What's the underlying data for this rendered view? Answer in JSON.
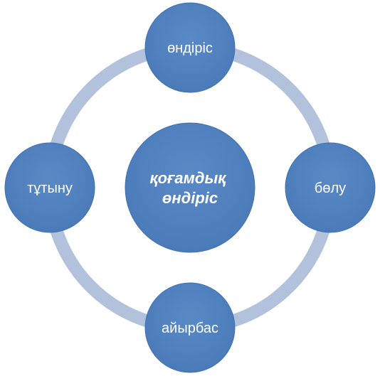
{
  "diagram": {
    "center": {
      "line1": "қоғамдық",
      "line2": "өндіріс"
    },
    "nodes": {
      "top": "өндіріс",
      "right": "бөлу",
      "bottom": "айырбас",
      "left": "тұтыну"
    }
  },
  "colors": {
    "node_fill": "#4F81BD",
    "node_stroke": "#3A6AA8",
    "ring": "#B3C2DC",
    "text": "#FFFFFF"
  }
}
